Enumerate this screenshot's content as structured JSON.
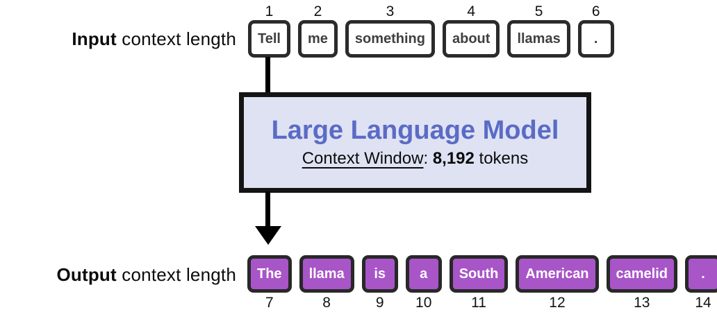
{
  "diagram": {
    "input_label": {
      "bold": "Input",
      "rest": " context length"
    },
    "output_label": {
      "bold": "Output",
      "rest": " context length"
    },
    "model": {
      "title": "Large Language Model",
      "subtitle_label": "Context Window",
      "subtitle_colon": ": ",
      "subtitle_value": "8,192",
      "subtitle_unit": " tokens"
    },
    "input_tokens": [
      {
        "index": "1",
        "text": "Tell"
      },
      {
        "index": "2",
        "text": "me"
      },
      {
        "index": "3",
        "text": "something"
      },
      {
        "index": "4",
        "text": "about"
      },
      {
        "index": "5",
        "text": "llamas"
      },
      {
        "index": "6",
        "text": "."
      }
    ],
    "output_tokens": [
      {
        "index": "7",
        "text": "The"
      },
      {
        "index": "8",
        "text": "llama"
      },
      {
        "index": "9",
        "text": "is"
      },
      {
        "index": "10",
        "text": "a"
      },
      {
        "index": "11",
        "text": "South"
      },
      {
        "index": "12",
        "text": "American"
      },
      {
        "index": "13",
        "text": "camelid"
      },
      {
        "index": "14",
        "text": "."
      }
    ],
    "colors": {
      "output_token_fill": "#a855c8",
      "model_box_fill": "#dee2f3",
      "model_title_text": "#5b6bc5",
      "token_border": "#2b2b2b",
      "arrow": "#000000"
    }
  }
}
